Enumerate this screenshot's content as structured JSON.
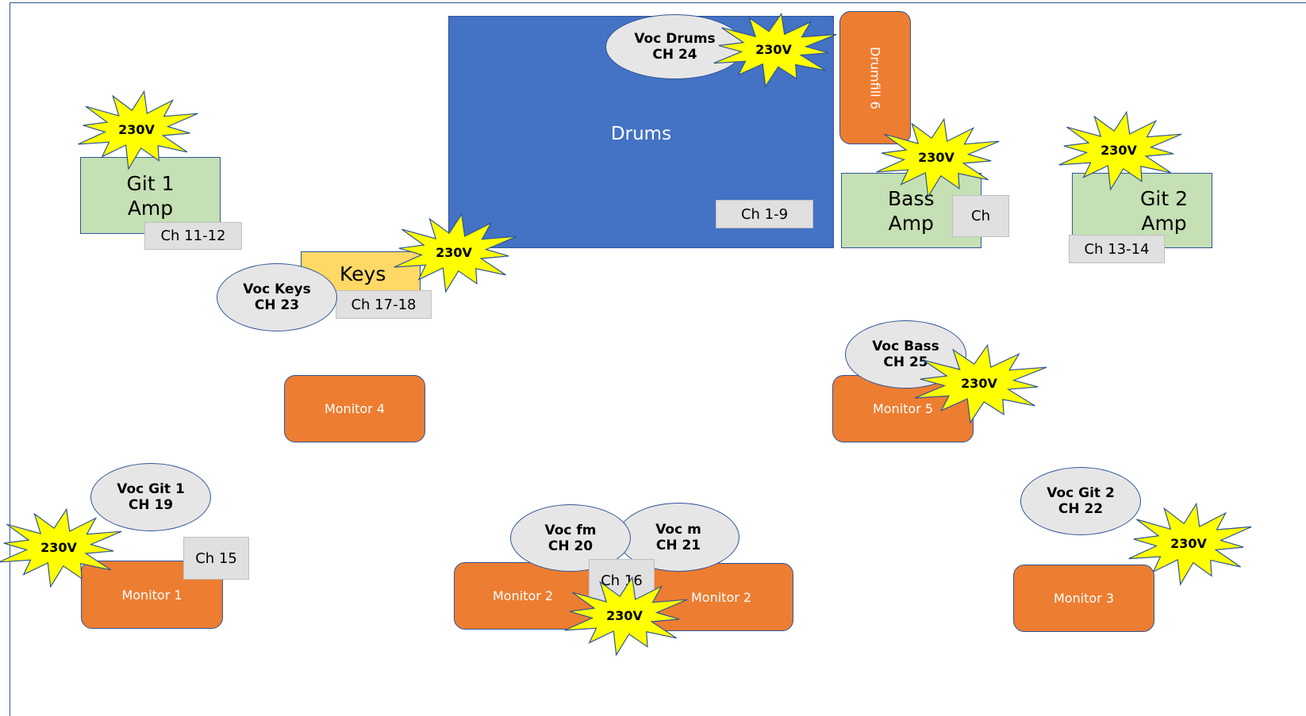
{
  "stage": {
    "drums": {
      "label": "Drums",
      "channel": "Ch 1-9"
    },
    "drumfill": {
      "label": "Drumfill 6"
    },
    "git1_amp": {
      "label": "Git 1\nAmp",
      "channel": "Ch 11-12"
    },
    "git2_amp": {
      "label": "Git 2\nAmp",
      "channel": "Ch 13-14"
    },
    "bass_amp": {
      "label": "Bass\nAmp",
      "channel": "Ch"
    },
    "keys": {
      "label": "Keys",
      "channel": "Ch 17-18"
    },
    "monitors": {
      "m1": "Monitor 1",
      "m2a": "Monitor 2",
      "m2b": "Monitor 2",
      "m3": "Monitor 3",
      "m4": "Monitor 4",
      "m5": "Monitor 5"
    },
    "extra_channels": {
      "ch15": "Ch 15",
      "ch16": "Ch 16"
    },
    "vocals": {
      "drums": "Voc Drums\nCH 24",
      "keys": "Voc Keys\nCH 23",
      "bass": "Voc Bass\nCH 25",
      "git1": "Voc Git 1\nCH 19",
      "git2": "Voc Git 2\nCH 22",
      "fm": "Voc fm\nCH 20",
      "m": "Voc m\nCH 21"
    },
    "power_label": "230V",
    "colors": {
      "drums": "#4472c4",
      "monitor": "#ed7d31",
      "amp": "#c5e0b4",
      "keys": "#ffd966",
      "power": "#ffff00",
      "outline": "#2f5597"
    }
  }
}
